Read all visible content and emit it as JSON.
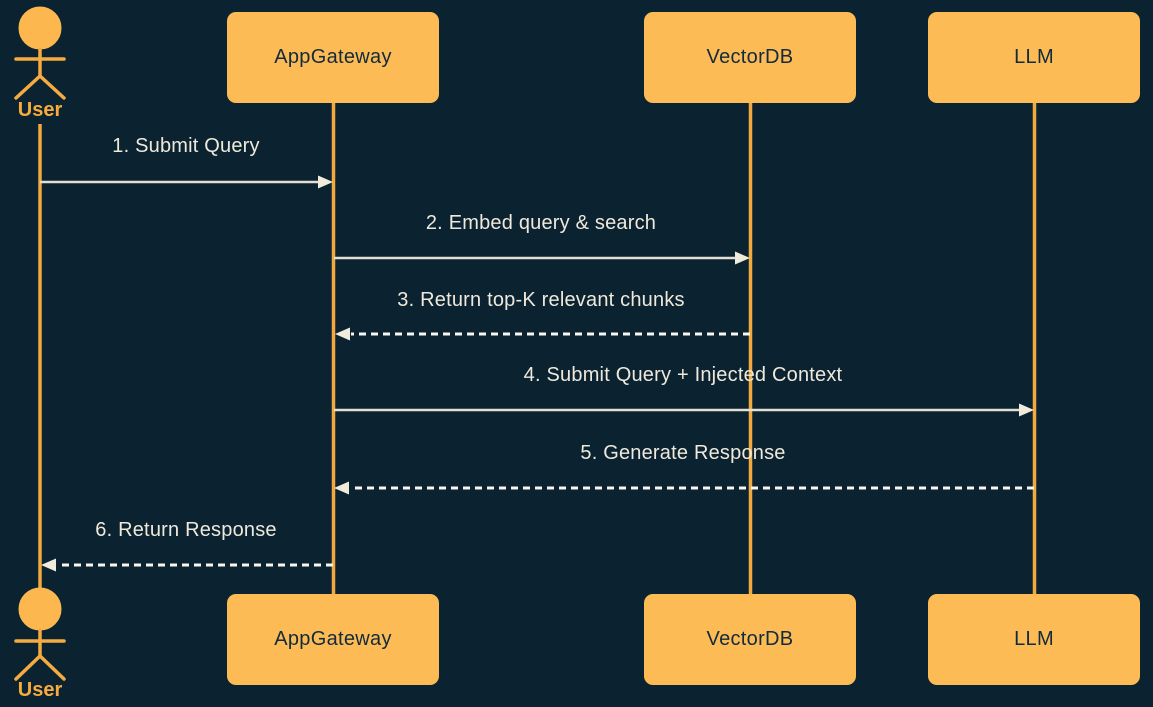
{
  "diagram": {
    "type": "sequence",
    "actors": {
      "user": {
        "label": "User"
      }
    },
    "participants": [
      {
        "label": "AppGateway"
      },
      {
        "label": "VectorDB"
      },
      {
        "label": "LLM"
      }
    ],
    "messages": [
      {
        "order": 1,
        "from": "User",
        "to": "AppGateway",
        "line": "solid",
        "label": "1. Submit Query"
      },
      {
        "order": 2,
        "from": "AppGateway",
        "to": "VectorDB",
        "line": "solid",
        "label": "2. Embed query & search"
      },
      {
        "order": 3,
        "from": "VectorDB",
        "to": "AppGateway",
        "line": "dashed",
        "label": "3. Return top-K relevant chunks"
      },
      {
        "order": 4,
        "from": "AppGateway",
        "to": "LLM",
        "line": "solid",
        "label": "4. Submit Query + Injected Context"
      },
      {
        "order": 5,
        "from": "LLM",
        "to": "AppGateway",
        "line": "dashed",
        "label": "5. Generate Response"
      },
      {
        "order": 6,
        "from": "AppGateway",
        "to": "User",
        "line": "dashed",
        "label": "6. Return Response"
      }
    ],
    "colors": {
      "background": "#0b2231",
      "participant_fill": "#fdbb55",
      "participant_text": "#122b3c",
      "lifeline": "#f2a93f",
      "actor_figure": "#fcb84f",
      "actor_label_text": "#f7ab3d",
      "message_text": "#efe9db",
      "solid_arrow_line": "#e3dfd3",
      "dashed_arrow_line": "#f8f6ef",
      "arrow_head": "#f1ebdc"
    }
  }
}
